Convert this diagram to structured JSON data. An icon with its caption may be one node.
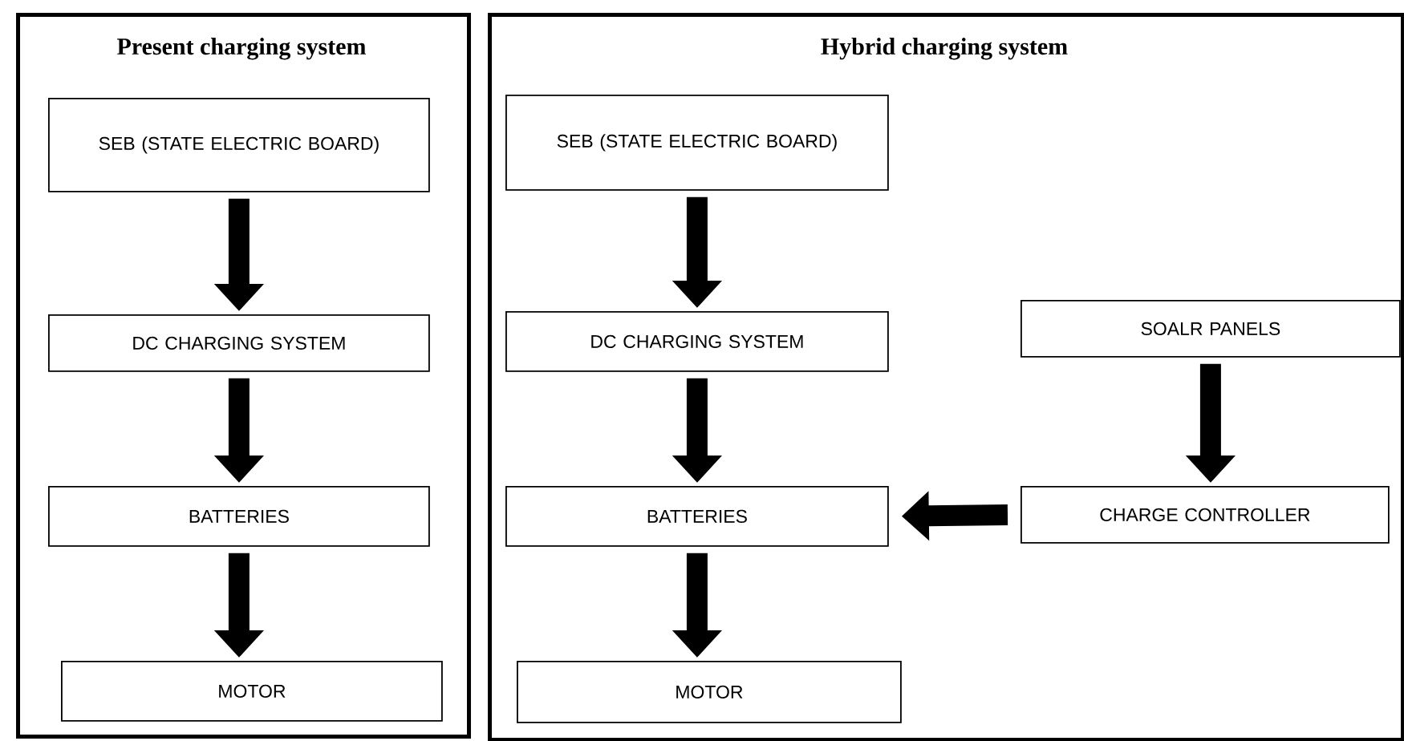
{
  "diagram": {
    "nodes": [
      {
        "text": [
          "Present charging system"
        ]
      },
      {
        "text": [
          "SEB (STATE ELECTRIC BOARD)"
        ],
        "in": 0
      },
      {
        "text": [
          "DC CHARGING SYSTEM"
        ],
        "in": 0
      },
      {
        "text": [
          "BATTERIES"
        ],
        "in": 0
      },
      {
        "text": [
          "MOTOR"
        ],
        "in": 0
      },
      {
        "text": [
          "Hybrid charging system"
        ]
      },
      {
        "text": [
          "SEB (STATE ELECTRIC BOARD)"
        ],
        "in": 5
      },
      {
        "text": [
          "DC CHARGING SYSTEM"
        ],
        "in": 5
      },
      {
        "text": [
          "SOALR PANELS"
        ],
        "in": 5
      },
      {
        "text": [
          "BATTERIES"
        ],
        "in": 5
      },
      {
        "text": [
          "CHARGE CONTROLLER"
        ],
        "in": 5
      },
      {
        "text": [
          "MOTOR"
        ],
        "in": 5
      }
    ],
    "edges": [
      {
        "from": 1,
        "to": 2,
        "arrow": "to"
      },
      {
        "from": 2,
        "to": 3,
        "arrow": "to"
      },
      {
        "from": 3,
        "to": 4,
        "arrow": "to"
      },
      {
        "from": 6,
        "to": 7,
        "arrow": "to"
      },
      {
        "from": 7,
        "to": 9,
        "arrow": "to"
      },
      {
        "from": 9,
        "to": 11,
        "arrow": "to"
      },
      {
        "from": 8,
        "to": 10,
        "arrow": "to"
      },
      {
        "from": 10,
        "to": 9,
        "arrow": "to"
      }
    ]
  }
}
